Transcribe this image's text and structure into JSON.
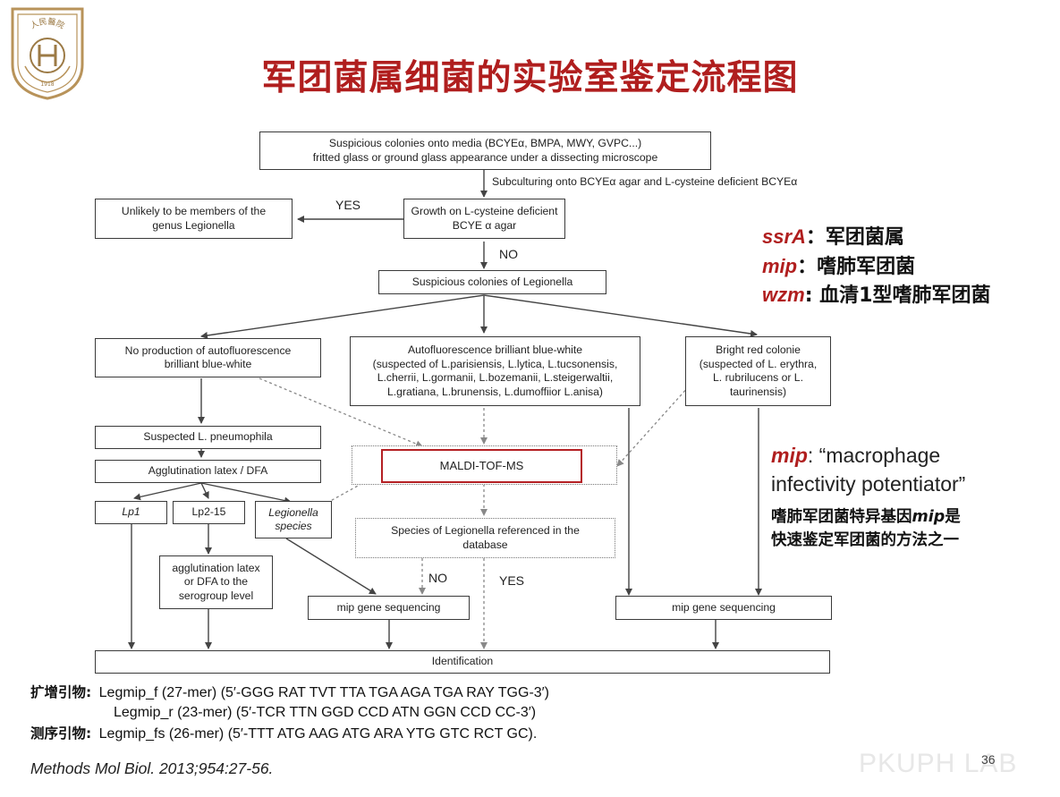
{
  "title": "军团菌属细菌的实验室鉴定流程图",
  "logo": {
    "text": "人民醫院",
    "year": "1918"
  },
  "flow": {
    "colonies": [
      "Suspicious colonies onto media (BCYEα, BMPA, MWY, GVPC...)",
      "fritted glass or ground glass appearance under a dissecting microscope"
    ],
    "subculturing": "Subculturing onto BCYEα agar  and  L-cysteine deficient BCYEα",
    "unlikely": [
      "Unlikely to be members of the",
      "genus Legionella"
    ],
    "growth": [
      "Growth on L-cysteine deficient",
      "BCYE α agar"
    ],
    "yes": "YES",
    "no": "NO",
    "suspicious_leg": "Suspicious colonies of Legionella",
    "no_auto": [
      "No production of autofluorescence",
      "brilliant blue-white"
    ],
    "auto": [
      "Autofluorescence brilliant blue-white",
      "(suspected of L.parisiensis, L.lytica, L.tucsonensis,",
      "L.cherrii, L.gormanii, L.bozemanii, L.steigerwaltii,",
      "L.gratiana, L.brunensis, L.dumoffiior L.anisa)"
    ],
    "bright_red": [
      "Bright red colonie",
      "(suspected of L. erythra,",
      "L. rubrilucens or L.",
      "taurinensis)"
    ],
    "suspected_lp": "Suspected L. pneumophila",
    "agglutination": "Agglutination latex / DFA",
    "maldi": "MALDI-TOF-MS",
    "lp1": "Lp1",
    "lp2_15": "Lp2-15",
    "leg_species": [
      "Legionella",
      "species"
    ],
    "species_db": [
      "Species of Legionella referenced in the",
      "database"
    ],
    "agg_latex": [
      "agglutination latex",
      "or DFA to the",
      "serogroup level"
    ],
    "no2": "NO",
    "yes2": "YES",
    "mip_seq_1": "mip gene sequencing",
    "mip_seq_2": "mip gene sequencing",
    "identification": "Identification"
  },
  "right_panel": {
    "items": [
      {
        "key": "ssrA",
        "text": "：军团菌属"
      },
      {
        "key": "mip",
        "text": "：嗜肺军团菌"
      },
      {
        "key": "wzm",
        "text": ": 血清1型嗜肺军团菌"
      }
    ],
    "mip_def_key": "mip",
    "mip_def_line1": ": “macrophage",
    "mip_def_line2": "infectivity potentiator”",
    "note_line1_pre": "嗜肺军团菌特异基因",
    "note_line1_key": "mip",
    "note_line1_post": "是",
    "note_line2": "快速鉴定军团菌的方法之一"
  },
  "primers": {
    "amp_label": "扩增引物:",
    "f": "Legmip_f (27-mer) (5′-GGG RAT TVT TTA TGA AGA TGA RAY TGG-3′)",
    "r": "Legmip_r (23-mer) (5′-TCR TTN GGD CCD ATN GGN CCD CC-3′)",
    "seq_label": "测序引物:",
    "fs": "Legmip_fs (26-mer) (5′-TTT ATG AAG ATG ARA YTG GTC RCT GC)."
  },
  "citation": "Methods Mol Biol. 2013;954:27-56.",
  "watermark": "PKUPH LAB",
  "page_number": "36",
  "colors": {
    "title_red": "#b01e1e",
    "maldi_border": "#b42024",
    "box_border": "#3a3a3a"
  }
}
